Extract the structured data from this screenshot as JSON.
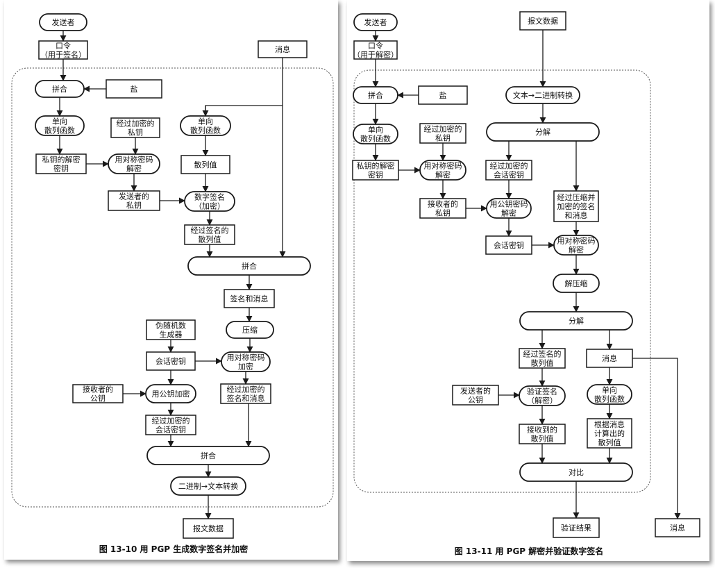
{
  "left": {
    "caption": "图 13-10  用 PGP 生成数字签名并加密",
    "nodes": {
      "sender": [
        "发送者"
      ],
      "passphrase": [
        "口令",
        "（用于签名）"
      ],
      "message": [
        "消息"
      ],
      "concat1": [
        "拼合"
      ],
      "salt": [
        "盐"
      ],
      "hash1": [
        "单向",
        "散列函数"
      ],
      "enc_private_key": [
        "经过加密的",
        "私钥"
      ],
      "hash2": [
        "单向",
        "散列函数"
      ],
      "priv_decrypt_key": [
        "私钥的解密",
        "密钥"
      ],
      "sym_decrypt": [
        "用对称密码",
        "解密"
      ],
      "hash_value": [
        "散列值"
      ],
      "sender_private_key": [
        "发送者的",
        "私钥"
      ],
      "digital_signature": [
        "数字签名",
        "（加密）"
      ],
      "signed_hash": [
        "经过签名的",
        "散列值"
      ],
      "concat2": [
        "拼合"
      ],
      "sig_and_msg": [
        "签名和消息"
      ],
      "prng": [
        "伪随机数",
        "生成器"
      ],
      "compress": [
        "压缩"
      ],
      "session_key": [
        "会话密钥"
      ],
      "sym_encrypt": [
        "用对称密码",
        "加密"
      ],
      "receiver_public_key": [
        "接收者的",
        "公钥"
      ],
      "pub_encrypt": [
        "用公钥加密"
      ],
      "enc_sig_msg": [
        "经过加密的",
        "签名和消息"
      ],
      "enc_session_key": [
        "经过加密的",
        "会话密钥"
      ],
      "concat3": [
        "拼合"
      ],
      "bin_to_text": [
        "二进制→文本转换"
      ],
      "report_data": [
        "报文数据"
      ]
    }
  },
  "right": {
    "caption": "图 13-11  用 PGP 解密并验证数字签名",
    "nodes": {
      "sender": [
        "发送者"
      ],
      "passphrase": [
        "口令",
        "（用于解密）"
      ],
      "report_data": [
        "报文数据"
      ],
      "concat1": [
        "拼合"
      ],
      "salt": [
        "盐"
      ],
      "text_to_bin": [
        "文本→二进制转换"
      ],
      "hash1": [
        "单向",
        "散列函数"
      ],
      "enc_private_key": [
        "经过加密的",
        "私钥"
      ],
      "split1": [
        "分解"
      ],
      "priv_decrypt_key": [
        "私钥的解密",
        "密钥"
      ],
      "sym_decrypt1": [
        "用对称密码",
        "解密"
      ],
      "enc_session_key": [
        "经过加密的",
        "会话密钥"
      ],
      "compressed_sig_msg": [
        "经过压缩并",
        "加密的签名",
        "和消息"
      ],
      "receiver_private_key": [
        "接收者的",
        "私钥"
      ],
      "pub_decrypt": [
        "用公钥密码",
        "解密"
      ],
      "session_key": [
        "会话密钥"
      ],
      "sym_decrypt2": [
        "用对称密码",
        "解密"
      ],
      "decompress": [
        "解压缩"
      ],
      "split2": [
        "分解"
      ],
      "signed_hash": [
        "经过签名的",
        "散列值"
      ],
      "message": [
        "消息"
      ],
      "sender_public_key": [
        "发送者的",
        "公钥"
      ],
      "verify": [
        "验证签名",
        "（解密）"
      ],
      "hash2": [
        "单向",
        "散列函数"
      ],
      "received_hash": [
        "接收到的",
        "散列值"
      ],
      "computed_hash": [
        "根据消息",
        "计算出的",
        "散列值"
      ],
      "compare": [
        "对比"
      ],
      "verify_result": [
        "验证结果"
      ],
      "message_out": [
        "消息"
      ]
    }
  }
}
